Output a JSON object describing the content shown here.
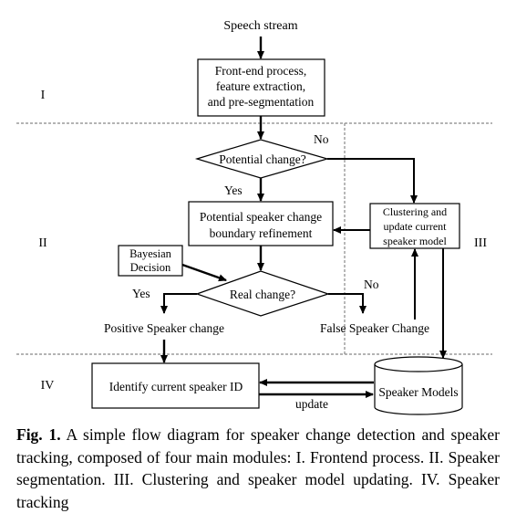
{
  "diagram": {
    "module_labels": {
      "I": "I",
      "II": "II",
      "III": "III",
      "IV": "IV"
    },
    "nodes": {
      "speech_stream": "Speech stream",
      "frontend": [
        "Front-end process,",
        "feature extraction,",
        "and pre-segmentation"
      ],
      "potential_change": "Potential change?",
      "refinement": [
        "Potential speaker change",
        "boundary refinement"
      ],
      "bayesian": [
        "Bayesian",
        "Decision"
      ],
      "real_change": "Real change?",
      "clustering": [
        "Clustering and",
        "update current",
        "speaker model"
      ],
      "positive": "Positive Speaker change",
      "false_change": "False Speaker Change",
      "identify": "Identify current speaker ID",
      "speaker_models": "Speaker Models"
    },
    "edge_labels": {
      "no_potential": "No",
      "yes_potential": "Yes",
      "yes_real": "Yes",
      "no_real": "No",
      "update": "update"
    }
  },
  "caption": {
    "label": "Fig. 1.",
    "text": " A simple flow diagram for speaker change detection and speaker tracking, composed of four main modules: I. Frontend process. II. Speaker segmentation. III. Clustering and speaker model updating. IV. Speaker tracking"
  }
}
